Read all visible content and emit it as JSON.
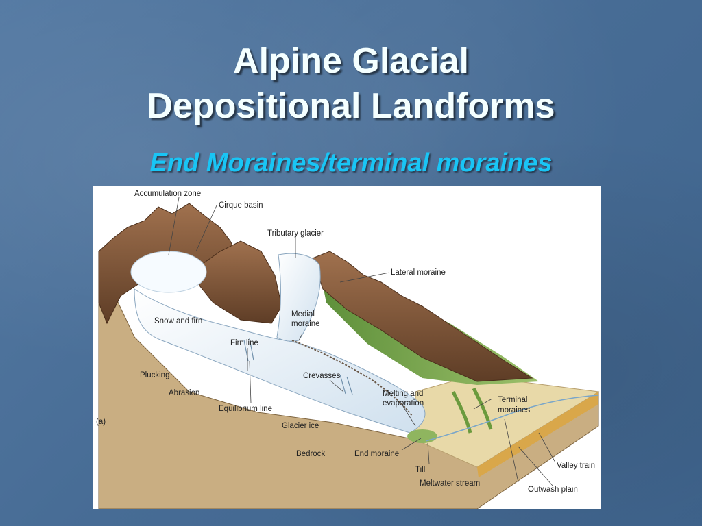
{
  "slide": {
    "title_line1": "Alpine Glacial",
    "title_line2": "Depositional Landforms",
    "subtitle": "End Moraines/terminal moraines"
  },
  "figure": {
    "panel_label": "(a)",
    "labels": {
      "accumulation_zone": "Accumulation zone",
      "cirque_basin": "Cirque basin",
      "tributary_glacier": "Tributary glacier",
      "lateral_moraine": "Lateral moraine",
      "medial_moraine_1": "Medial",
      "medial_moraine_2": "moraine",
      "snow_and_firn": "Snow and firn",
      "firn_line": "Firn line",
      "plucking": "Plucking",
      "crevasses": "Crevasses",
      "abrasion": "Abrasion",
      "melting_1": "Melting and",
      "melting_2": "evaporation",
      "terminal_1": "Terminal",
      "terminal_2": "moraines",
      "equilibrium_line": "Equilibrium line",
      "glacier_ice": "Glacier ice",
      "bedrock": "Bedrock",
      "end_moraine": "End moraine",
      "valley_train": "Valley train",
      "till": "Till",
      "meltwater_stream": "Meltwater stream",
      "outwash_plain": "Outwash plain"
    },
    "colors": {
      "bedrock": "#c9ae82",
      "mountain": "#8a5a3a",
      "ice": "#e6f0f8",
      "vegetation": "#6fa04a",
      "outwash": "#e8d9a8"
    }
  }
}
